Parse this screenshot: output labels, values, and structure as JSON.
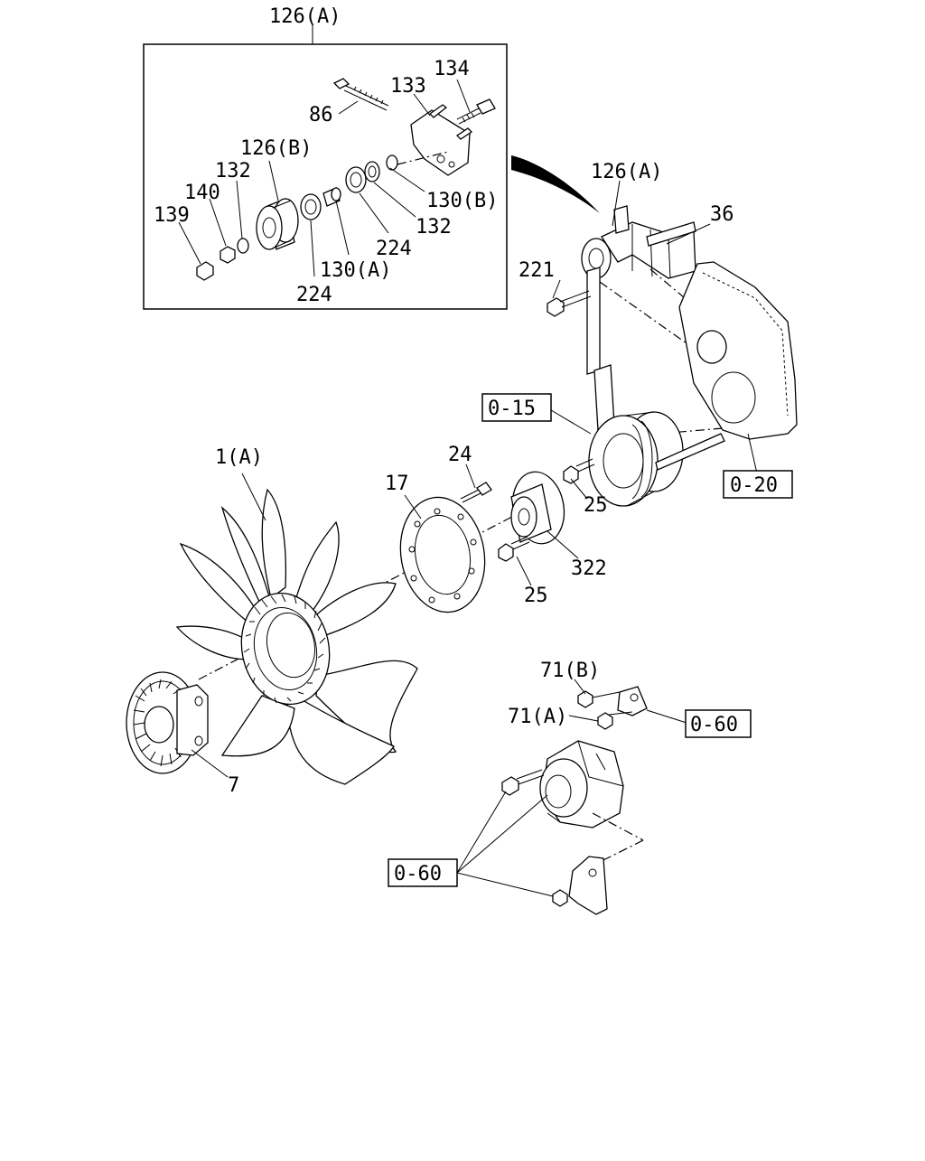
{
  "callouts": [
    {
      "id": "c126a_top",
      "text": "126(A)"
    },
    {
      "id": "c134",
      "text": "134"
    },
    {
      "id": "c133",
      "text": "133"
    },
    {
      "id": "c86",
      "text": "86"
    },
    {
      "id": "c126b",
      "text": "126(B)"
    },
    {
      "id": "c132a",
      "text": "132"
    },
    {
      "id": "c140",
      "text": "140"
    },
    {
      "id": "c139",
      "text": "139"
    },
    {
      "id": "c130b",
      "text": "130(B)"
    },
    {
      "id": "c132b",
      "text": "132"
    },
    {
      "id": "c224a",
      "text": "224"
    },
    {
      "id": "c130a",
      "text": "130(A)"
    },
    {
      "id": "c224b",
      "text": "224"
    },
    {
      "id": "c126a_main",
      "text": "126(A)"
    },
    {
      "id": "c36",
      "text": "36"
    },
    {
      "id": "c221",
      "text": "221"
    },
    {
      "id": "c1a",
      "text": "1(A)"
    },
    {
      "id": "c24",
      "text": "24"
    },
    {
      "id": "c17",
      "text": "17"
    },
    {
      "id": "c25a",
      "text": "25"
    },
    {
      "id": "c322",
      "text": "322"
    },
    {
      "id": "c25b",
      "text": "25"
    },
    {
      "id": "c7",
      "text": "7"
    },
    {
      "id": "c71b",
      "text": "71(B)"
    },
    {
      "id": "c71a",
      "text": "71(A)"
    }
  ],
  "refs": [
    {
      "id": "r015",
      "text": "0-15"
    },
    {
      "id": "r020",
      "text": "0-20"
    },
    {
      "id": "r060a",
      "text": "0-60"
    },
    {
      "id": "r060b",
      "text": "0-60"
    }
  ]
}
